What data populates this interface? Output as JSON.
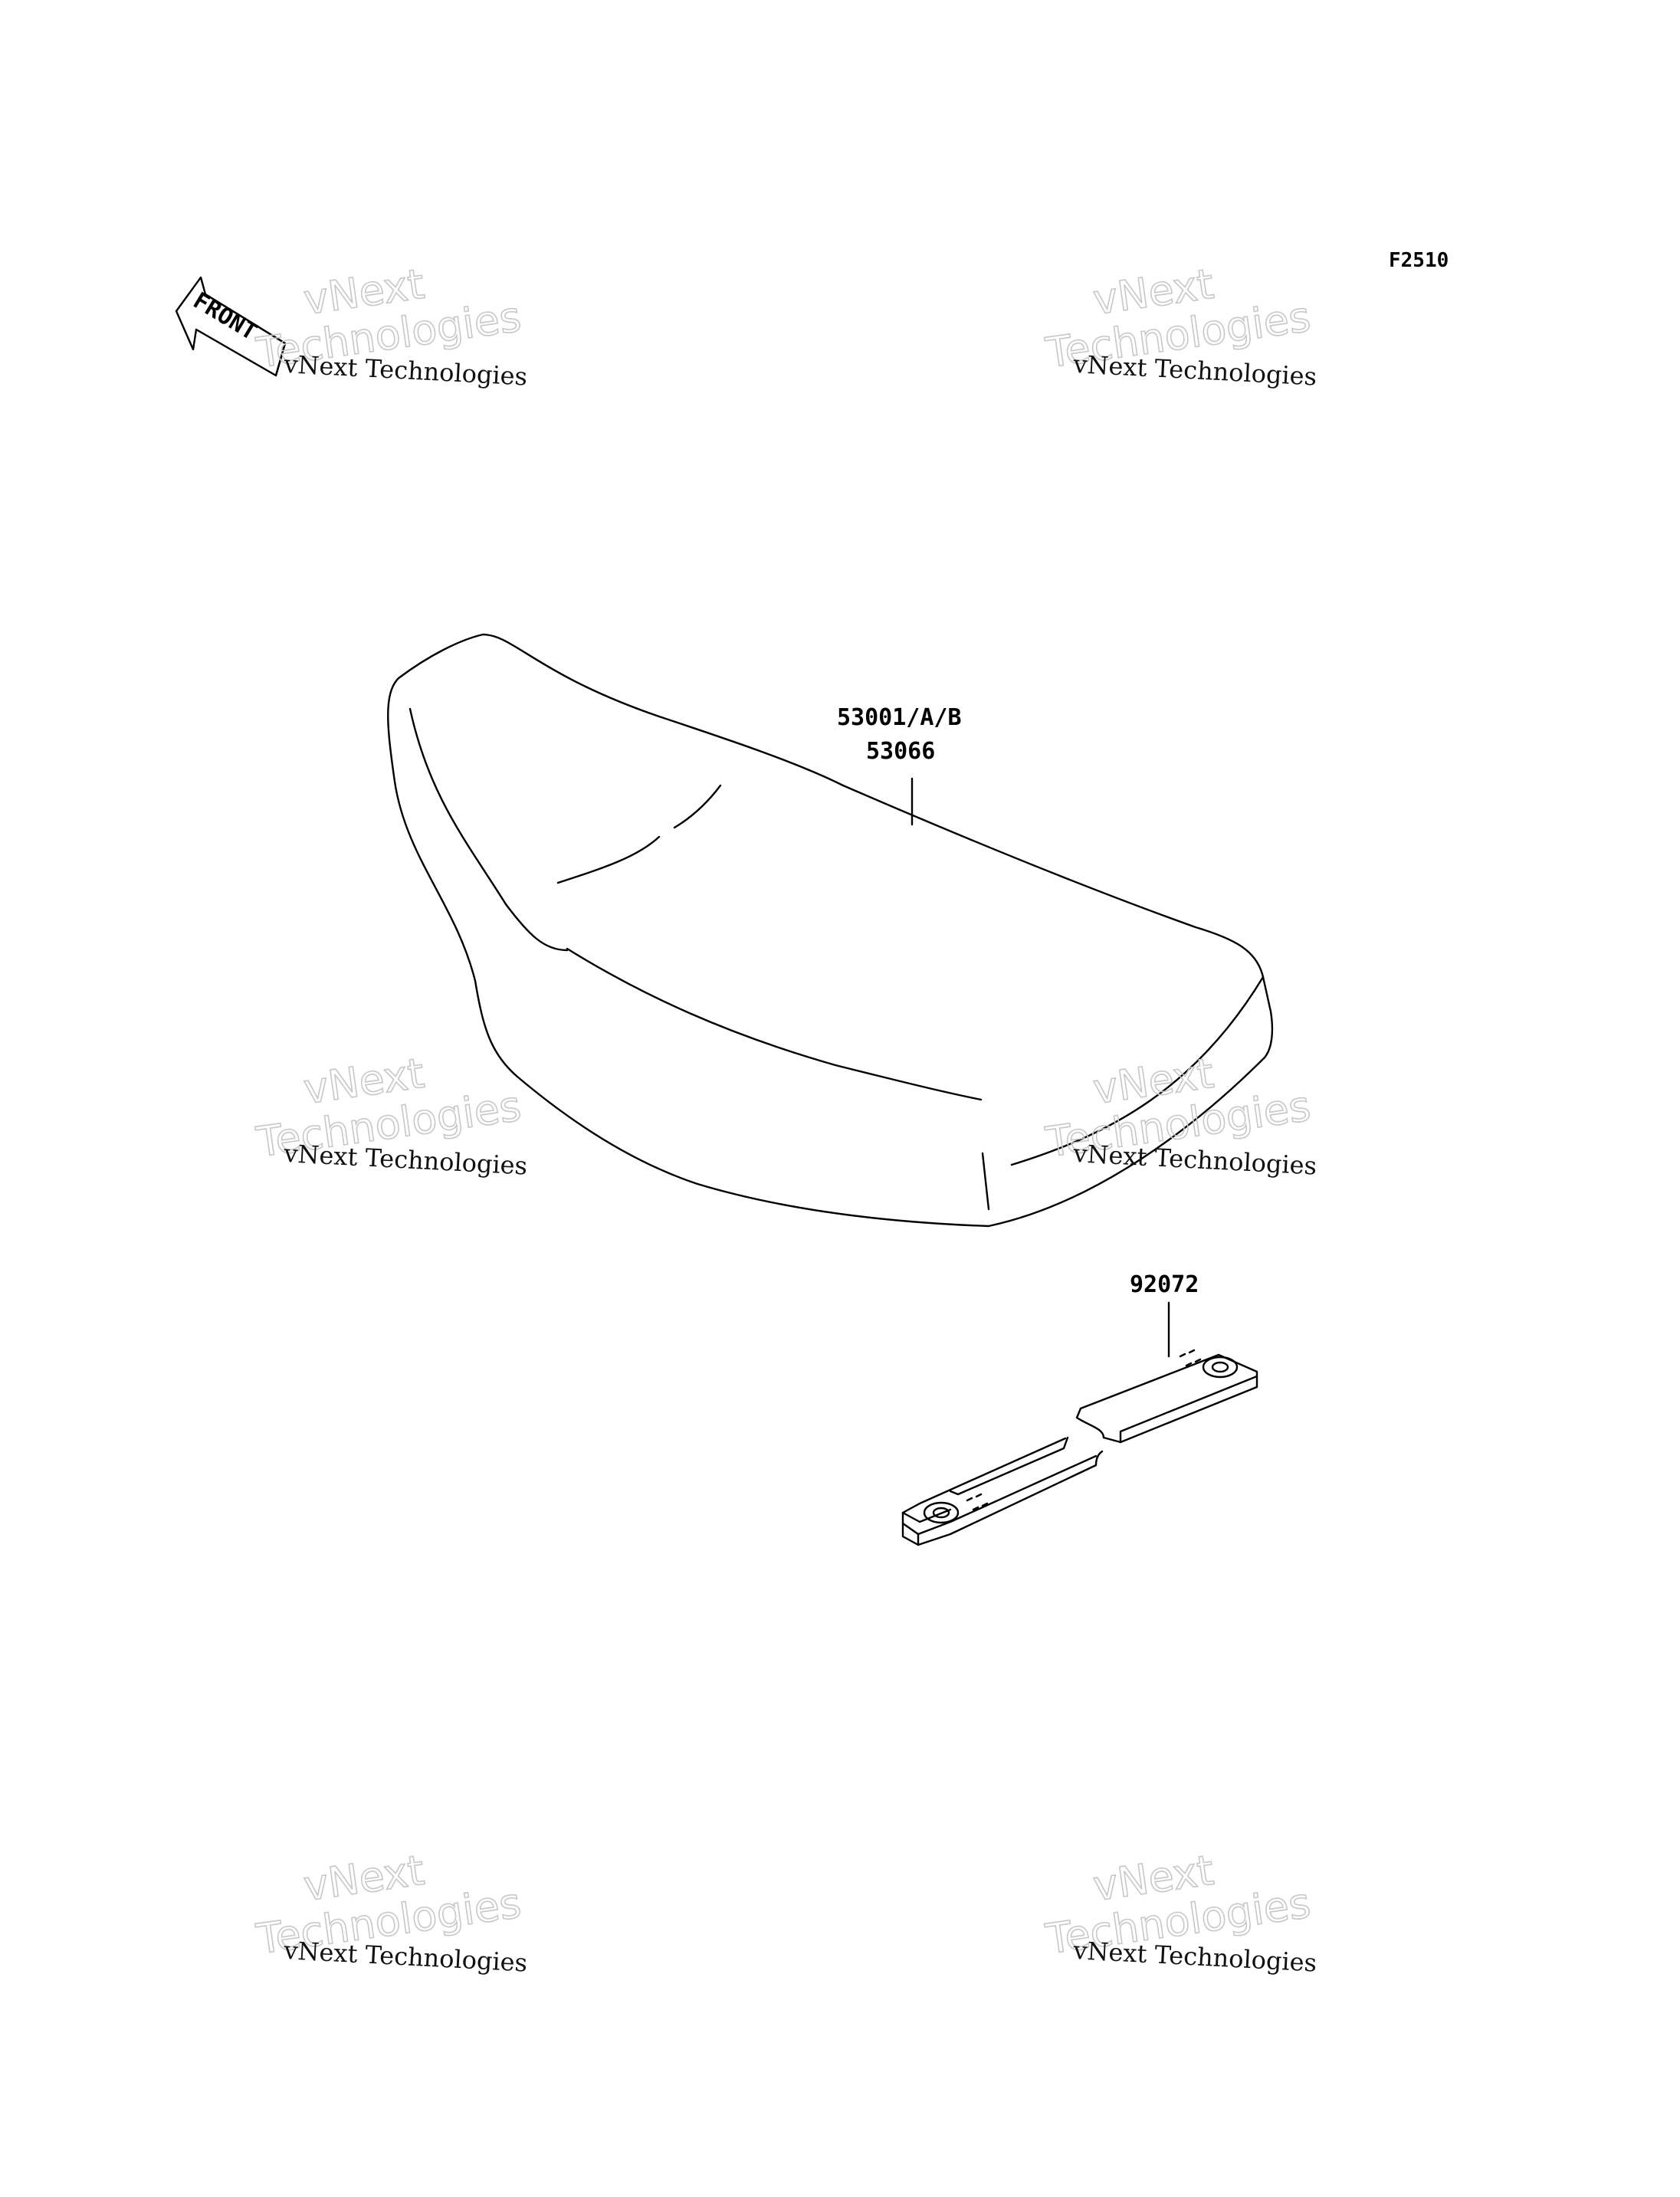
{
  "figure_code": "F2510",
  "front_label": "FRONT",
  "parts": {
    "seat_primary": "53001/A/B",
    "seat_secondary": "53066",
    "strap": "92072"
  },
  "watermark": {
    "line_small": "vNext Technologies",
    "line_big_1": "vNext",
    "line_big_2": "Technologies"
  }
}
